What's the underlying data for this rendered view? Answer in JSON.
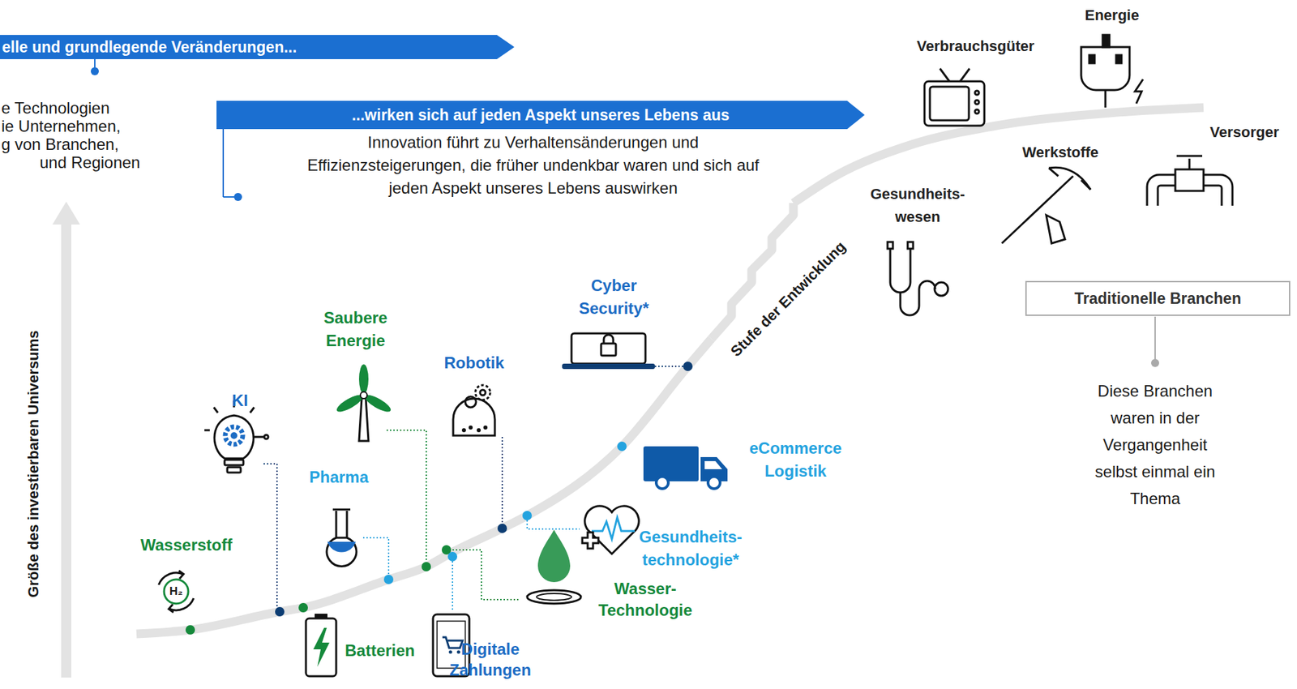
{
  "diagram": {
    "nodes": [
      {
        "text": [
          "elle und grundlegende Veränderungen..."
        ]
      },
      {
        "text": [
          "...wirken sich auf jeden Aspekt unseres Lebens aus"
        ]
      },
      {
        "text": [
          "Traditionelle Branchen"
        ]
      }
    ],
    "labels": [
      "e Technologien",
      "ie Unternehmen,",
      "g von Branchen,",
      "und Regionen",
      "Innovation führt zu Verhaltensänderungen und Effizienzsteigerungen, die früher undenkbar waren und sich auf jeden Aspekt unseres Lebens auswirken",
      "Größe des investierbaren Universums",
      "Stufe der Entwicklung",
      "Energie",
      "Verbrauchsgüter",
      "Versorger",
      "Werkstoffe",
      "Gesundheits- wesen",
      "Diese Branchen waren in der Vergangenheit selbst einmal ein Thema",
      "Cyber Security*",
      "Saubere Energie",
      "Robotik",
      "KI",
      "eCommerce Logistik",
      "Pharma",
      "Gesundheits- technologie*",
      "Wasserstoff",
      "H₂",
      "Wasser- Technologie",
      "Batterien",
      "Digitale Zahlungen"
    ]
  }
}
